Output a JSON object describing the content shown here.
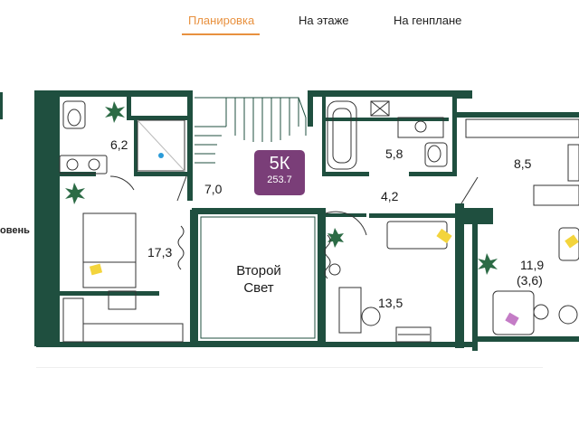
{
  "tabs": [
    {
      "label": "Планировка",
      "active": true
    },
    {
      "label": "На этаже",
      "active": false
    },
    {
      "label": "На генплане",
      "active": false
    }
  ],
  "level_label": "овень",
  "badge": {
    "type": "5К",
    "area": "253.7"
  },
  "rooms": {
    "bathroom_left": "6,2",
    "hall": "7,0",
    "bathroom_right": "5,8",
    "corridor": "4,2",
    "room_right": "8,5",
    "bedroom": "17,3",
    "living": "13,5",
    "terrace": "11,9",
    "terrace_sub": "(3,6)"
  },
  "second_light": {
    "line1": "Второй",
    "line2": "Свет"
  },
  "colors": {
    "accent": "#e8913f",
    "wall": "#1f4f3f",
    "badge": "#7a3e78"
  }
}
